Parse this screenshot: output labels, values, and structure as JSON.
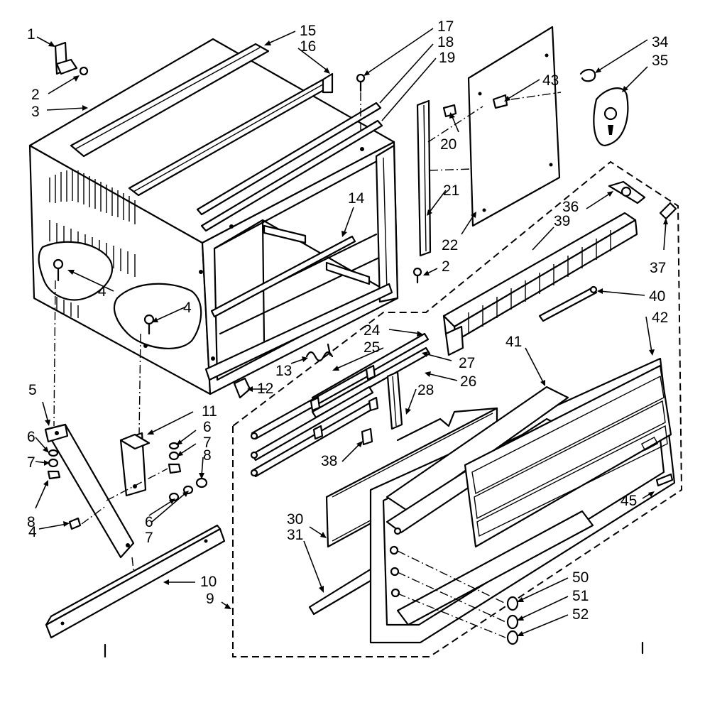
{
  "labels": {
    "p1": "1",
    "p2a": "2",
    "p3": "3",
    "p4a": "4",
    "p4b": "4",
    "p4c": "4",
    "p5": "5",
    "p6a": "6",
    "p6b": "6",
    "p6c": "6",
    "p7a": "7",
    "p7b": "7",
    "p7c": "7",
    "p8a": "8",
    "p8b": "8",
    "p9": "9",
    "p10": "10",
    "p11": "11",
    "p12": "12",
    "p13": "13",
    "p14": "14",
    "p15": "15",
    "p16": "16",
    "p17": "17",
    "p18": "18",
    "p19": "19",
    "p20": "20",
    "p21": "21",
    "p22": "22",
    "p2b": "2",
    "p24": "24",
    "p25": "25",
    "p26": "26",
    "p27": "27",
    "p28": "28",
    "p30": "30",
    "p31": "31",
    "p34": "34",
    "p35": "35",
    "p36": "36",
    "p37": "37",
    "p38": "38",
    "p39": "39",
    "p40": "40",
    "p41": "41",
    "p42": "42",
    "p43": "43",
    "p45": "45",
    "p50": "50",
    "p51": "51",
    "p52": "52"
  }
}
